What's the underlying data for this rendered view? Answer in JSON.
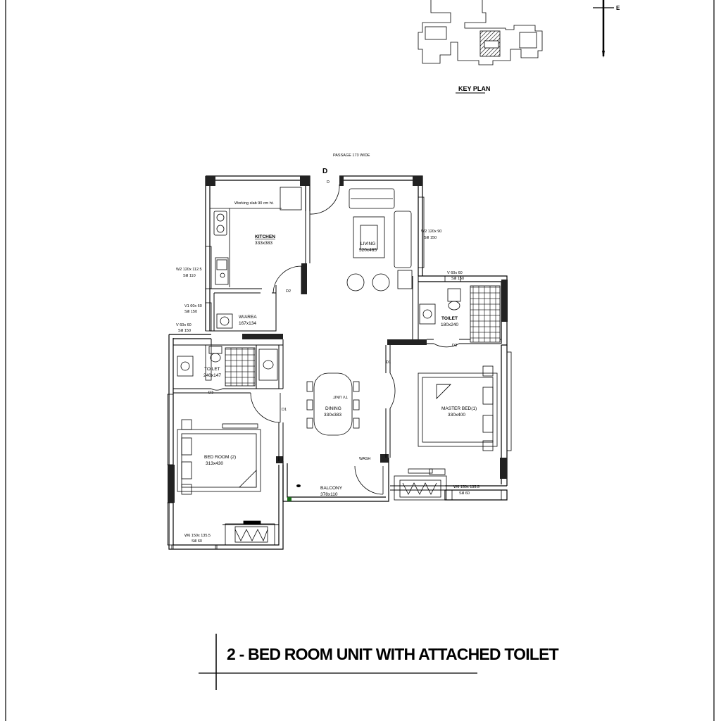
{
  "compass": {
    "east_label": "E"
  },
  "key_plan": {
    "label": "KEY PLAN"
  },
  "passage": {
    "label": "PASSAGE 173 WIDE",
    "door_tag_large": "D",
    "door_tag_small": "D"
  },
  "rooms": {
    "kitchen": {
      "name": "KITCHEN",
      "size": "333x383"
    },
    "living": {
      "name": "LIVING",
      "size": "520x465"
    },
    "w_area": {
      "name": "W/AREA",
      "size": "167x134"
    },
    "toilet_master": {
      "name": "TOILET",
      "size": "180x240"
    },
    "toilet_bed2": {
      "name": "TOILET",
      "size": "240x147"
    },
    "dining": {
      "name": "DINING",
      "size": "330x383"
    },
    "master_bed": {
      "name": "MASTER BED(1)",
      "size": "330x400"
    },
    "bed_room_2": {
      "name": "BED ROOM (2)",
      "size": "313x430"
    },
    "balcony": {
      "name": "BALCONY",
      "size": "378x110"
    }
  },
  "notes": {
    "working_slab": "Working slab 90 cm ht.",
    "w2_left": "W2 120x 112.5",
    "w2_left_sill": "Sill 110",
    "v1": "V1 60x 60",
    "v1_sill": "Sill 150",
    "v_left": "V 60x 60",
    "v_left_sill": "Sill 150",
    "w2_right": "W2 120x 90",
    "w2_right_sill": "Sill 150",
    "v_right": "V 60x 60",
    "v_right_sill": "Sill 150",
    "w6_right": "W6 150x 135.5",
    "w6_right_sill": "Sill 60",
    "w6_bottom": "W6 150x 135.5",
    "w6_bottom_sill": "Sill 60",
    "tv_unit": "TV UNIT",
    "dining_mark": "WASH"
  },
  "doors": {
    "d1a": "D1",
    "d1b": "D1",
    "d2": "D2",
    "d3a": "D3",
    "d3b": "D3"
  },
  "title": "2 - BED ROOM UNIT WITH ATTACHED TOILET"
}
